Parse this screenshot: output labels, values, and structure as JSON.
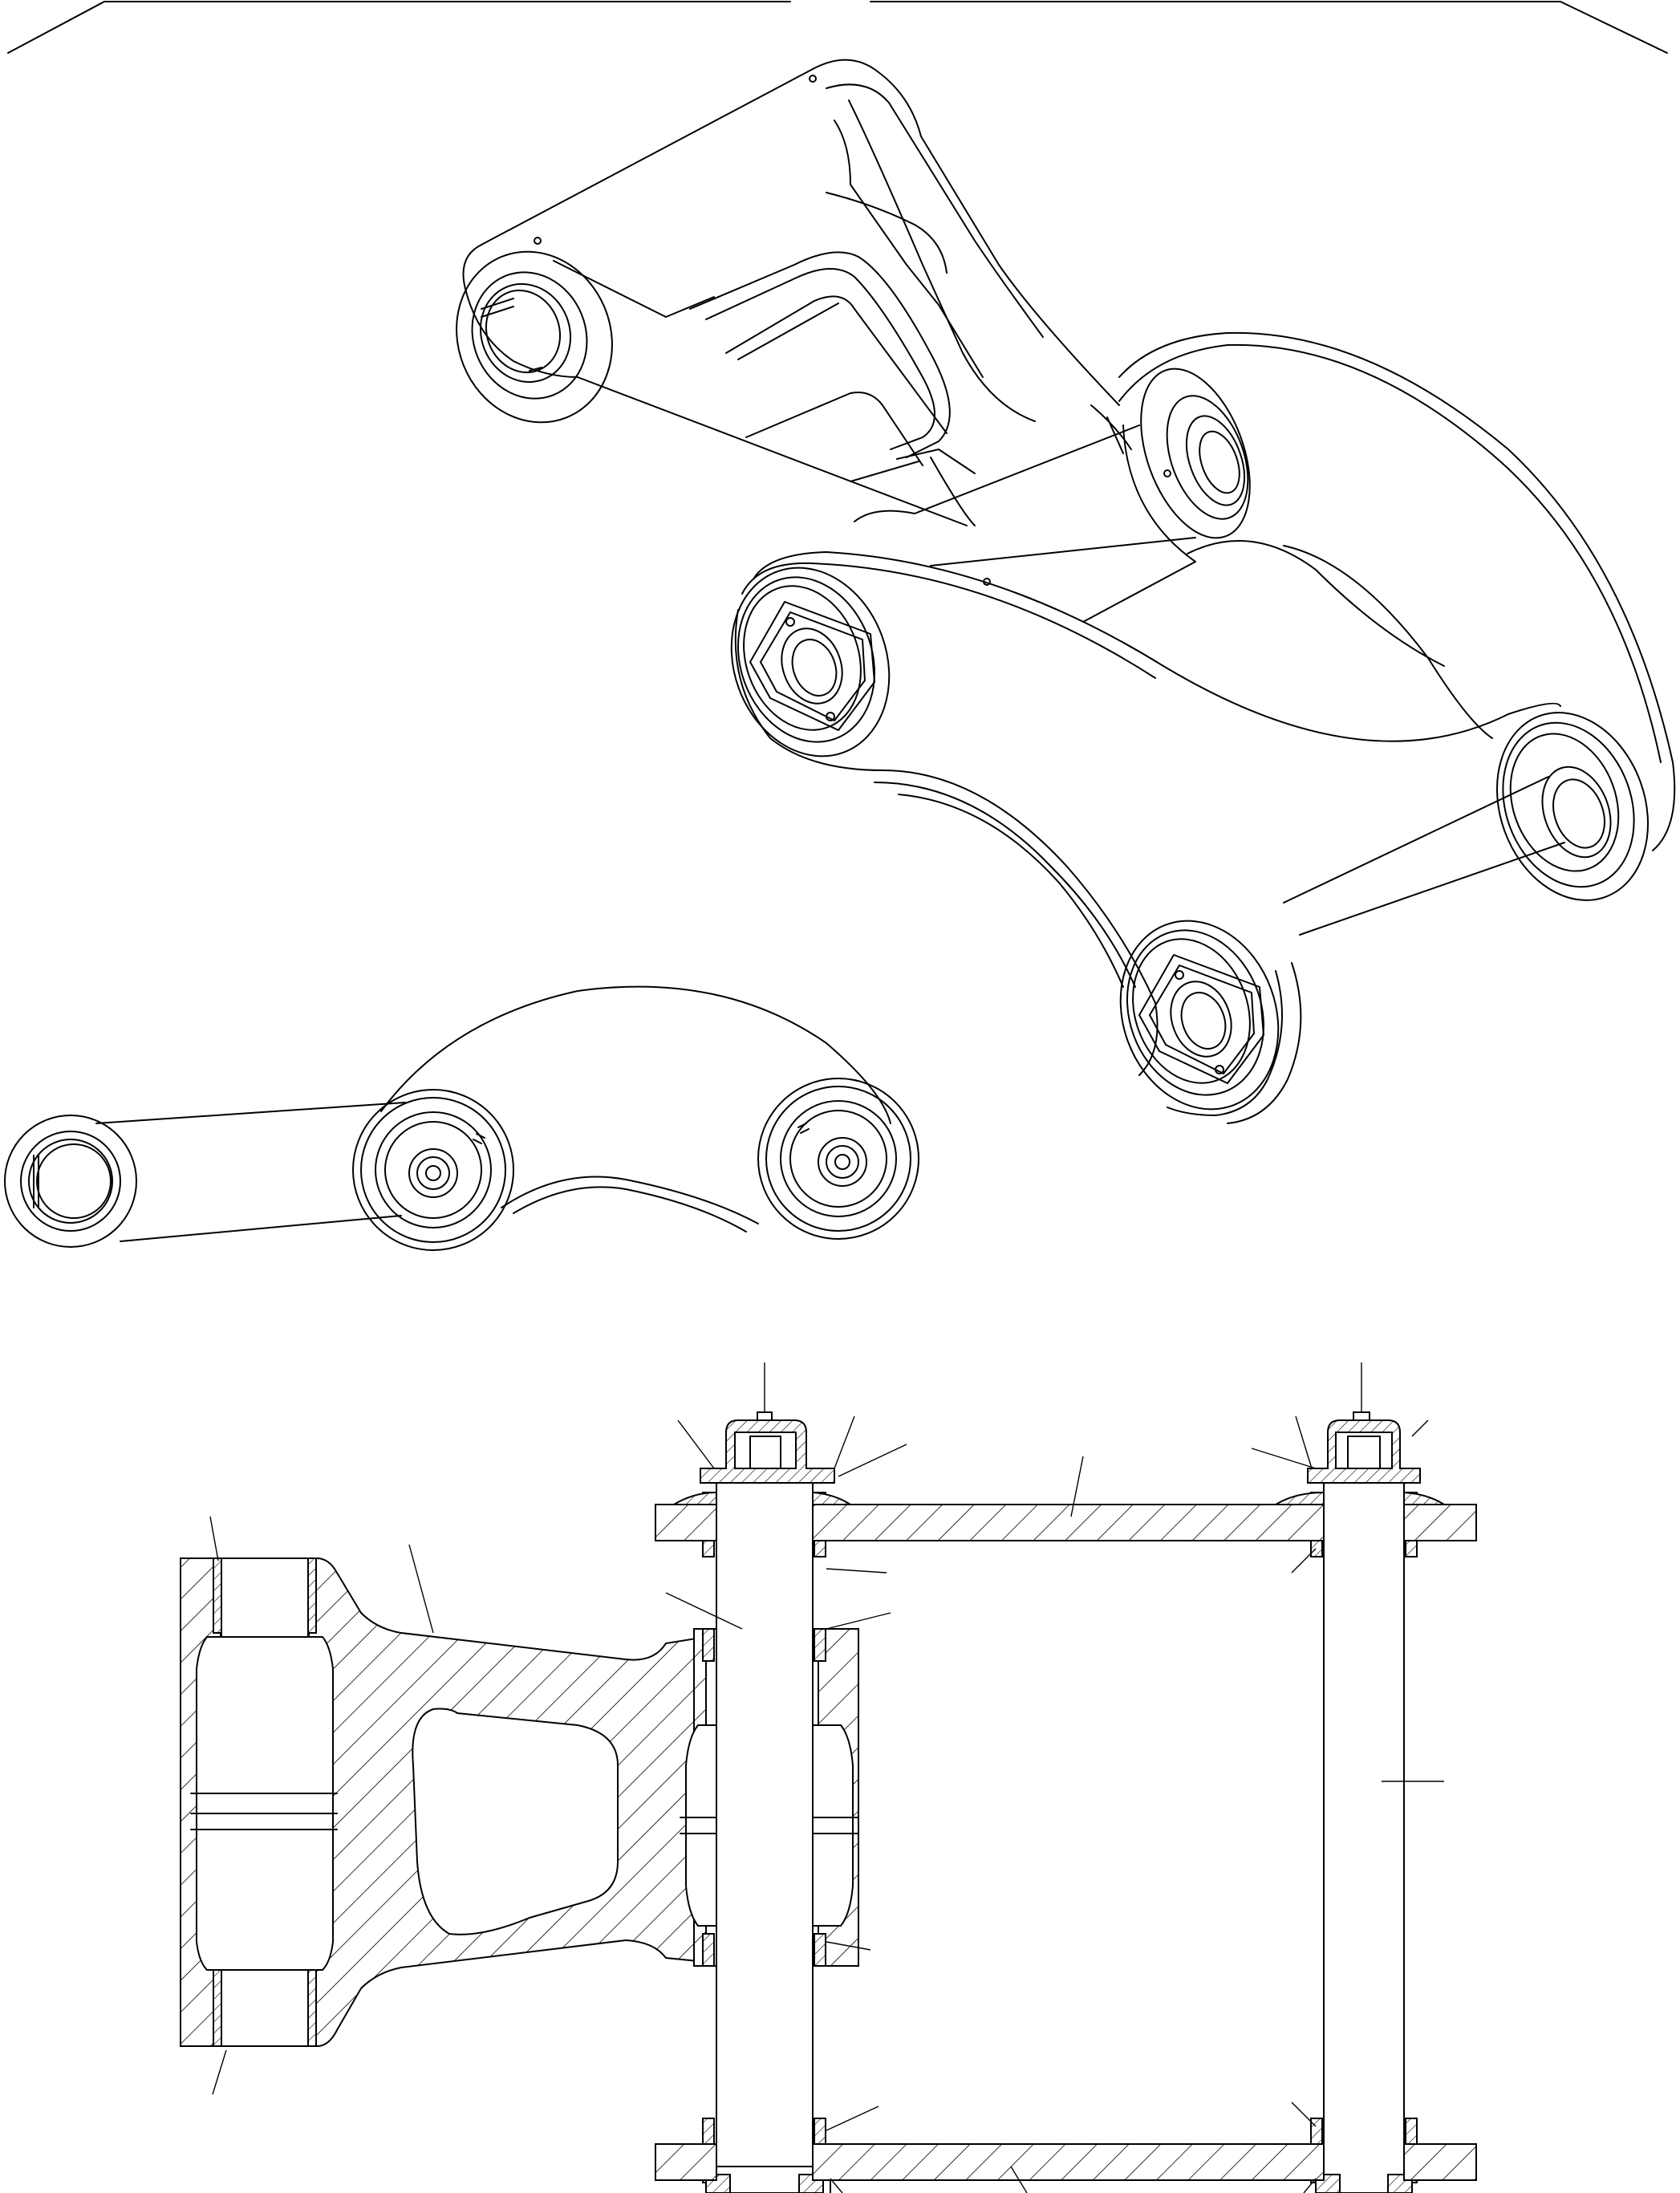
{
  "drawing": {
    "colors": {
      "line": "#000000",
      "background": "#ffffff"
    },
    "views": [
      {
        "name": "isometric-view"
      },
      {
        "name": "side-view"
      },
      {
        "name": "section-view"
      }
    ],
    "leader_labels": []
  }
}
